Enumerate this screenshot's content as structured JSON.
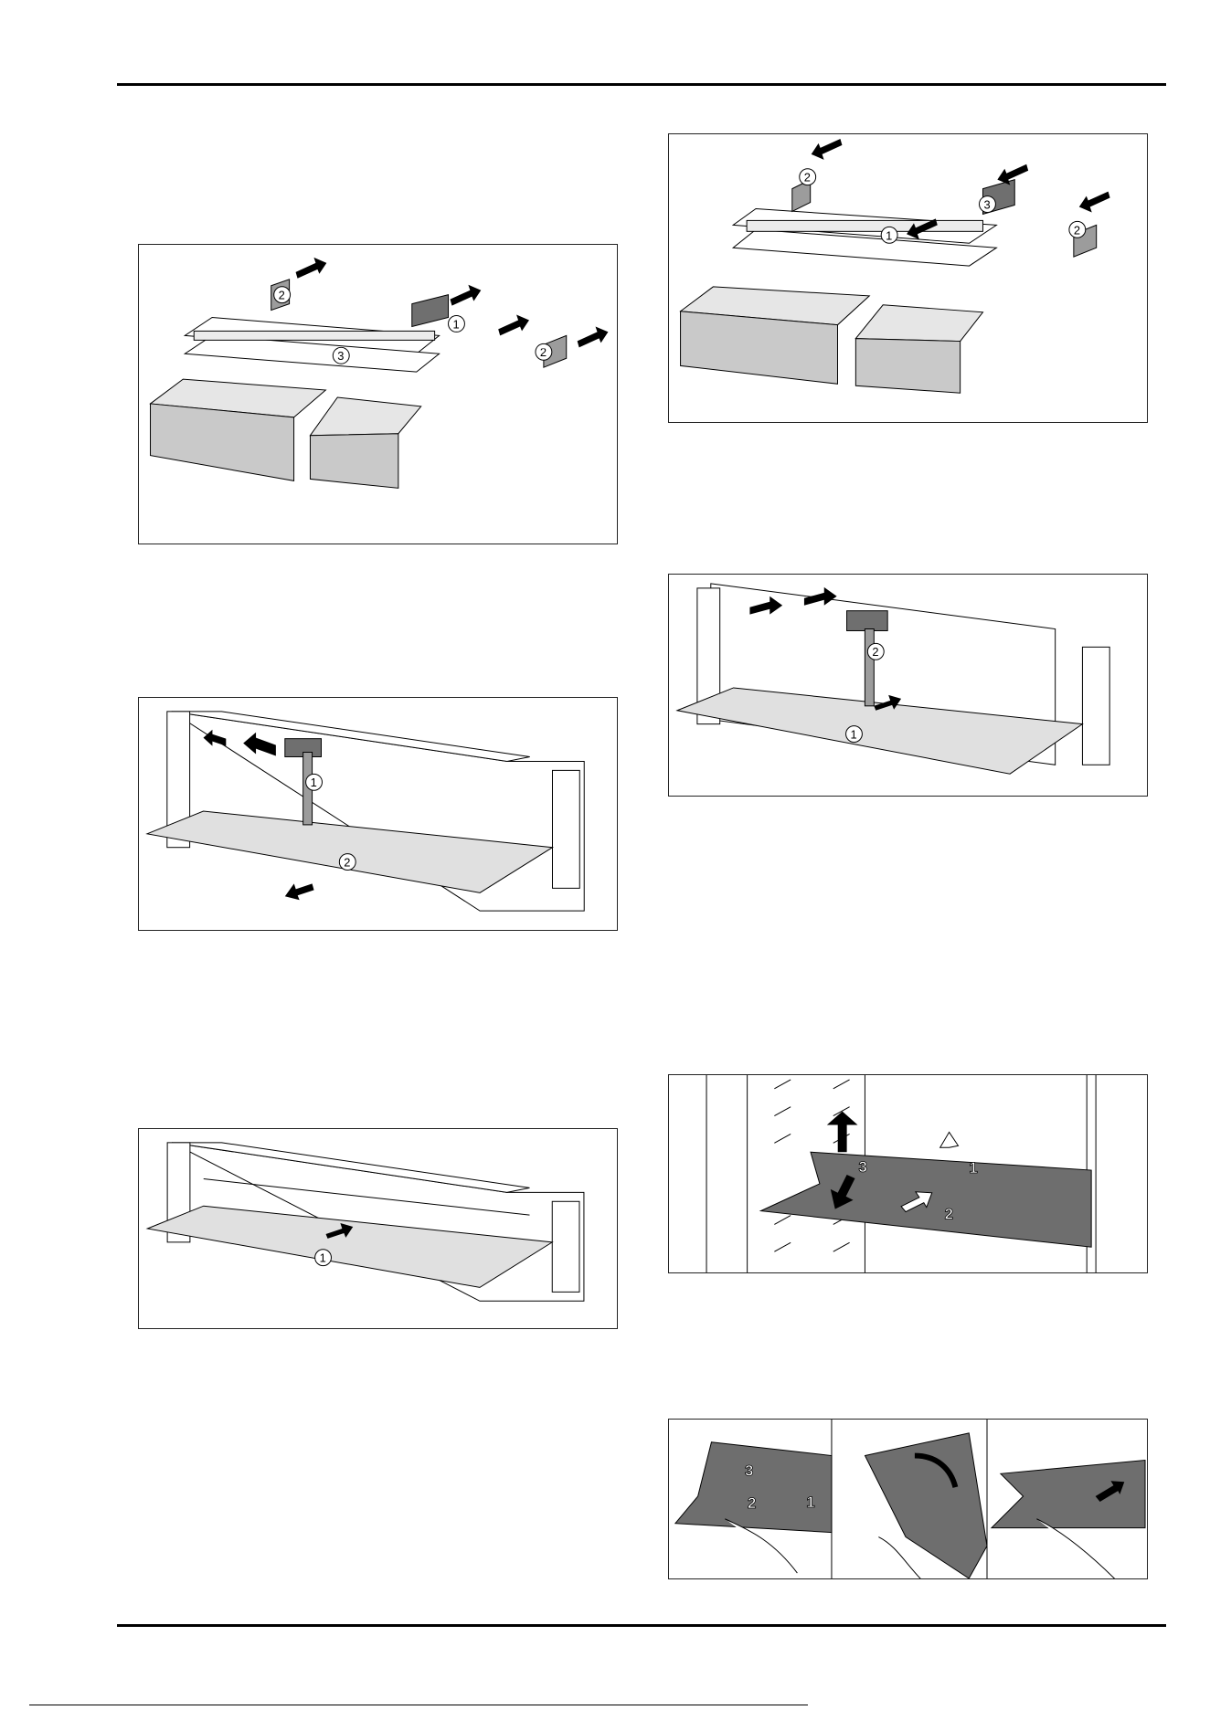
{
  "figures": [
    {
      "id": "fig-a",
      "callouts": [
        "1",
        "2",
        "2",
        "3"
      ]
    },
    {
      "id": "fig-b",
      "callouts": [
        "1",
        "2",
        "2",
        "3"
      ]
    },
    {
      "id": "fig-c",
      "callouts": [
        "1",
        "2"
      ]
    },
    {
      "id": "fig-d",
      "callouts": [
        "1",
        "2"
      ]
    },
    {
      "id": "fig-e",
      "callouts": [
        "1"
      ]
    },
    {
      "id": "fig-f",
      "callouts": [
        "1",
        "2",
        "3"
      ]
    },
    {
      "id": "fig-g",
      "callouts": [
        "1",
        "2",
        "3"
      ]
    }
  ],
  "colors": {
    "line": "#000000",
    "panel": "#d0d0d0",
    "shelf": "#6e6e6e",
    "frame": "#ffffff"
  }
}
